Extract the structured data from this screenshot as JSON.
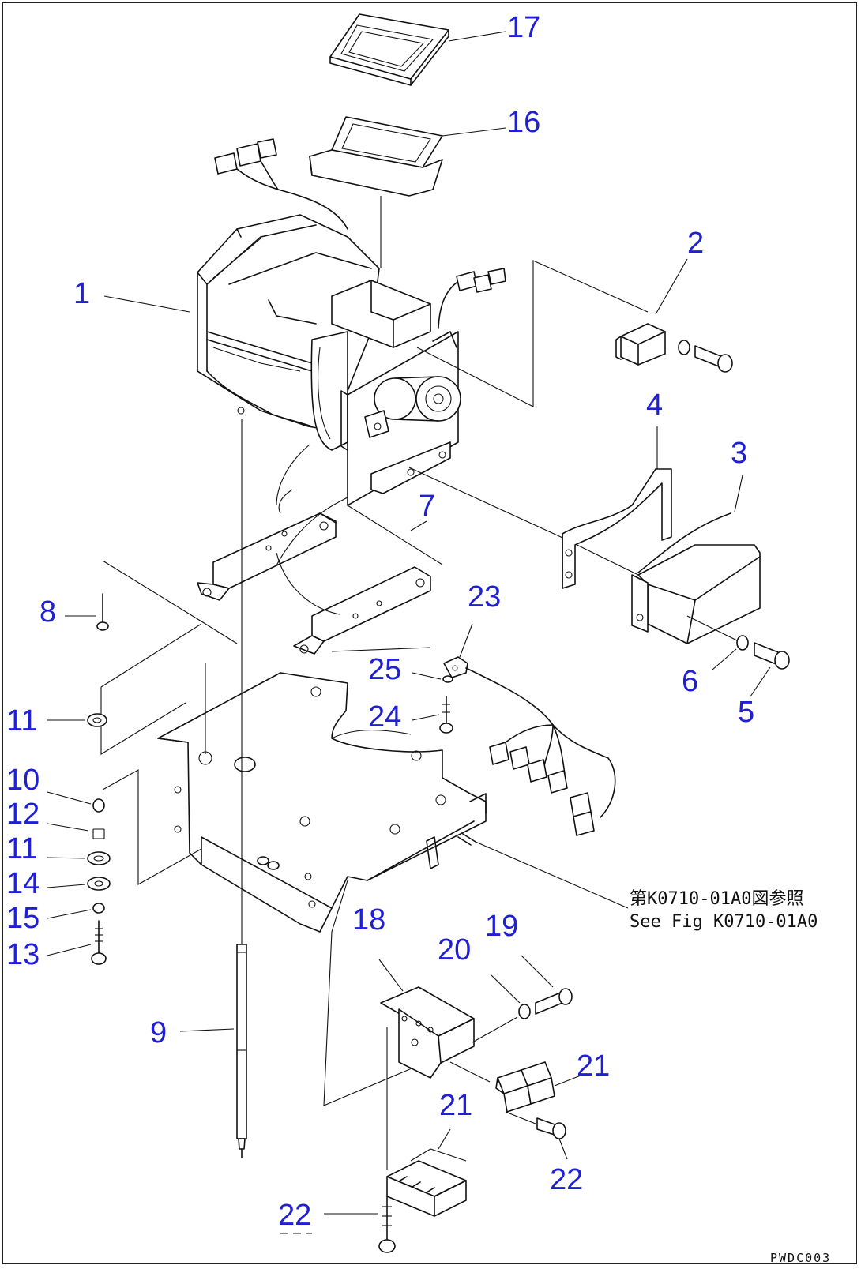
{
  "callouts": [
    {
      "id": "c1",
      "text": "1"
    },
    {
      "id": "c2",
      "text": "2"
    },
    {
      "id": "c3",
      "text": "3"
    },
    {
      "id": "c4",
      "text": "4"
    },
    {
      "id": "c5",
      "text": "5"
    },
    {
      "id": "c6",
      "text": "6"
    },
    {
      "id": "c7",
      "text": "7"
    },
    {
      "id": "c8",
      "text": "8"
    },
    {
      "id": "c9",
      "text": "9"
    },
    {
      "id": "c10",
      "text": "10"
    },
    {
      "id": "c11a",
      "text": "11"
    },
    {
      "id": "c11b",
      "text": "11"
    },
    {
      "id": "c12",
      "text": "12"
    },
    {
      "id": "c13",
      "text": "13"
    },
    {
      "id": "c14",
      "text": "14"
    },
    {
      "id": "c15",
      "text": "15"
    },
    {
      "id": "c16",
      "text": "16"
    },
    {
      "id": "c17",
      "text": "17"
    },
    {
      "id": "c18",
      "text": "18"
    },
    {
      "id": "c19",
      "text": "19"
    },
    {
      "id": "c20",
      "text": "20"
    },
    {
      "id": "c21a",
      "text": "21"
    },
    {
      "id": "c21b",
      "text": "21"
    },
    {
      "id": "c22a",
      "text": "22"
    },
    {
      "id": "c22b",
      "text": "22"
    },
    {
      "id": "c23",
      "text": "23"
    },
    {
      "id": "c24",
      "text": "24"
    },
    {
      "id": "c25",
      "text": "25"
    }
  ],
  "reference_note": {
    "line1": "第K0710-01A0図参照",
    "line2": "See Fig K0710-01A0"
  },
  "drawing_code": "PWDC003",
  "colors": {
    "callout": "#1f1fd6",
    "linework": "#111111",
    "background": "#ffffff"
  }
}
